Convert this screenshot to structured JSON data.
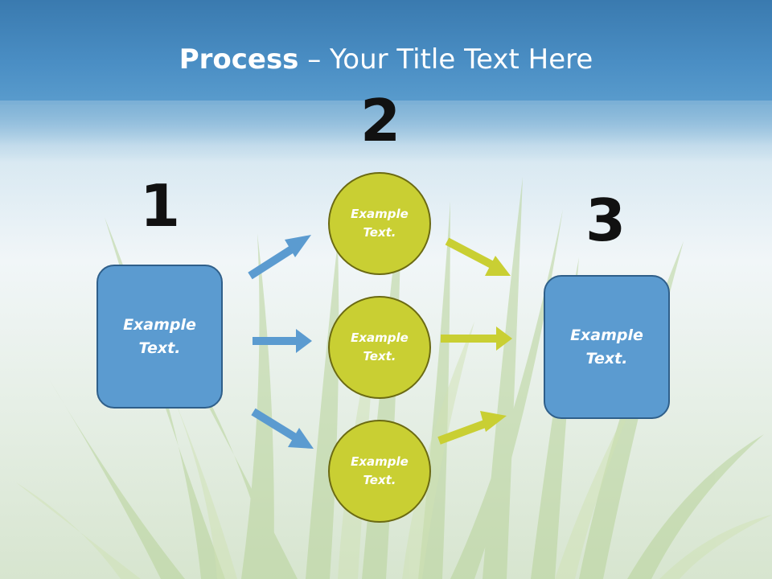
{
  "title": {
    "bold": "Process",
    "rest": " – Your Title Text Here"
  },
  "steps": [
    {
      "number": "1",
      "text": "Example\nText."
    },
    {
      "number": "2",
      "items": [
        {
          "text": "Example\nText."
        },
        {
          "text": "Example\nText."
        },
        {
          "text": "Example\nText."
        }
      ]
    },
    {
      "number": "3",
      "text": "Example\nText."
    }
  ],
  "colors": {
    "box_fill": "#5b9bd0",
    "box_border": "#2f5f8a",
    "circle_fill": "#c9cf33",
    "circle_border": "#6b6a12",
    "arrow_blue": "#5b9bd0",
    "arrow_yellow": "#c9cf33"
  }
}
